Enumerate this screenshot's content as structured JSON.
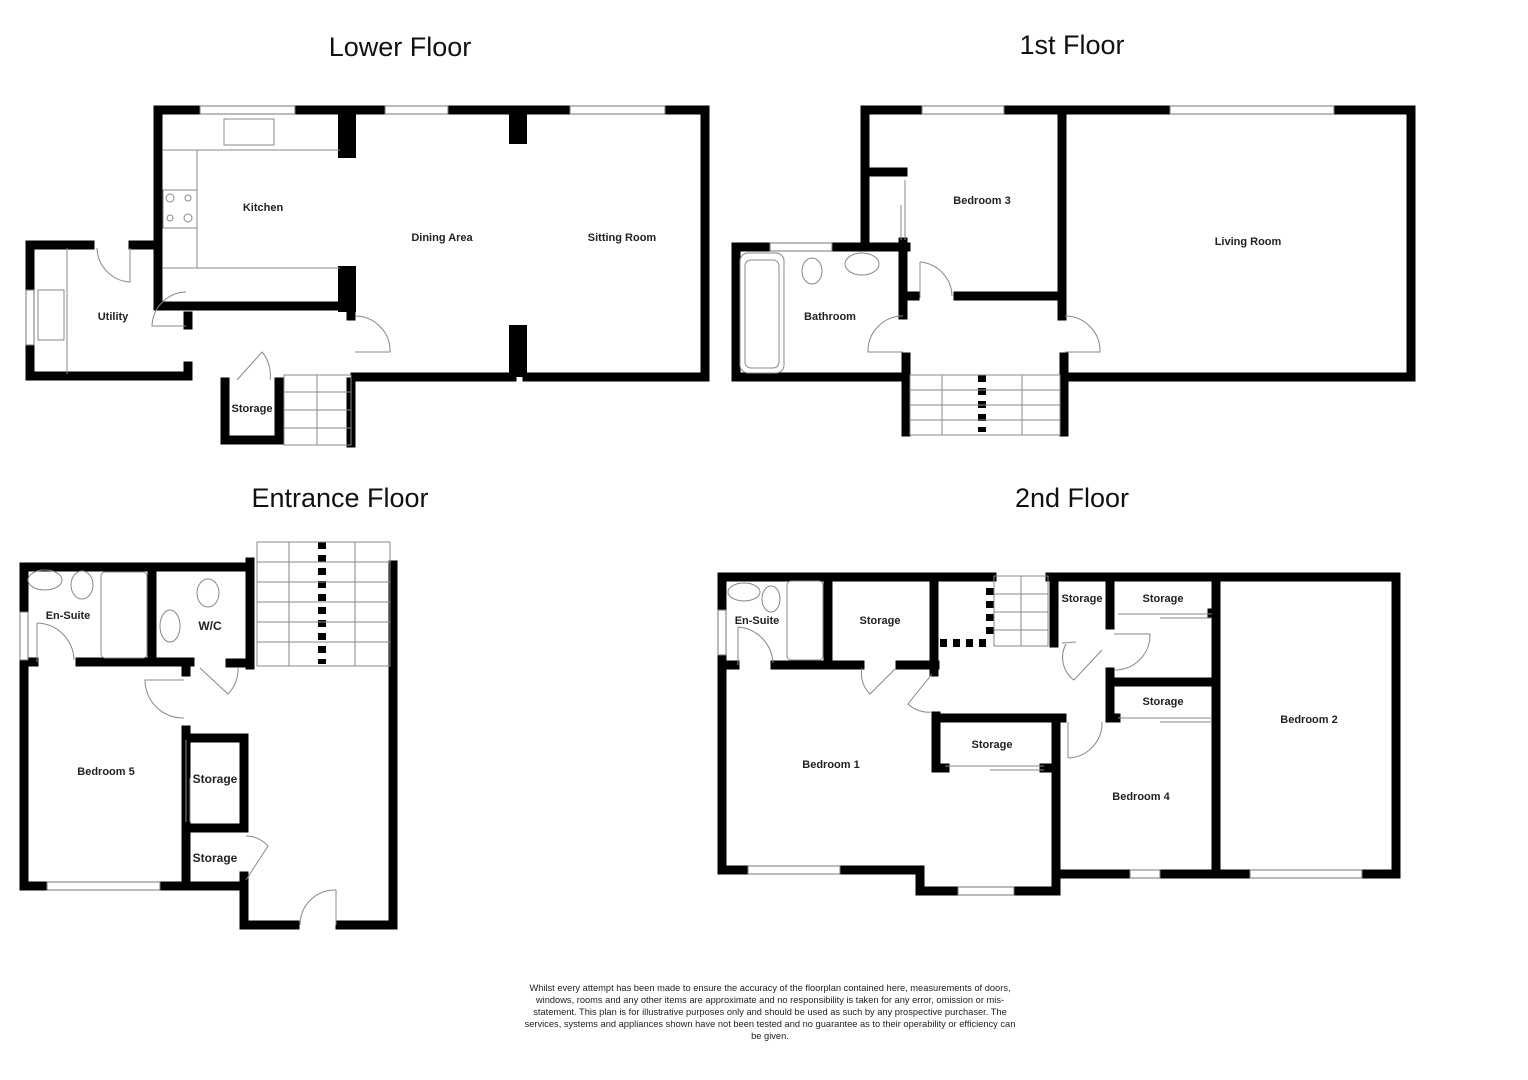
{
  "floors": [
    {
      "title": "Lower Floor",
      "rooms": [
        "Kitchen",
        "Dining Area",
        "Sitting Room",
        "Utility",
        "Storage"
      ]
    },
    {
      "title": "1st Floor",
      "rooms": [
        "Bedroom 3",
        "Living Room",
        "Bathroom"
      ]
    },
    {
      "title": "Entrance Floor",
      "rooms": [
        "En-Suite",
        "W/C",
        "Bedroom 5",
        "Storage",
        "Storage"
      ]
    },
    {
      "title": "2nd Floor",
      "rooms": [
        "En-Suite",
        "Storage",
        "Storage",
        "Storage",
        "Storage",
        "Storage",
        "Bedroom 1",
        "Bedroom 2",
        "Bedroom 4"
      ]
    }
  ],
  "disclaimer": "Whilst every attempt has been made to ensure the accuracy of the floorplan contained here, measurements of doors, windows, rooms and any other items are approximate and no responsibility is taken for any error, omission or mis-statement. This plan is for illustrative purposes only and should be used as such by any prospective purchaser. The services, systems and appliances shown have not been tested and no guarantee as to their operability or efficiency can be given.",
  "colors": {
    "wall": "#000000",
    "fixture": "#888888",
    "background": "#ffffff"
  }
}
